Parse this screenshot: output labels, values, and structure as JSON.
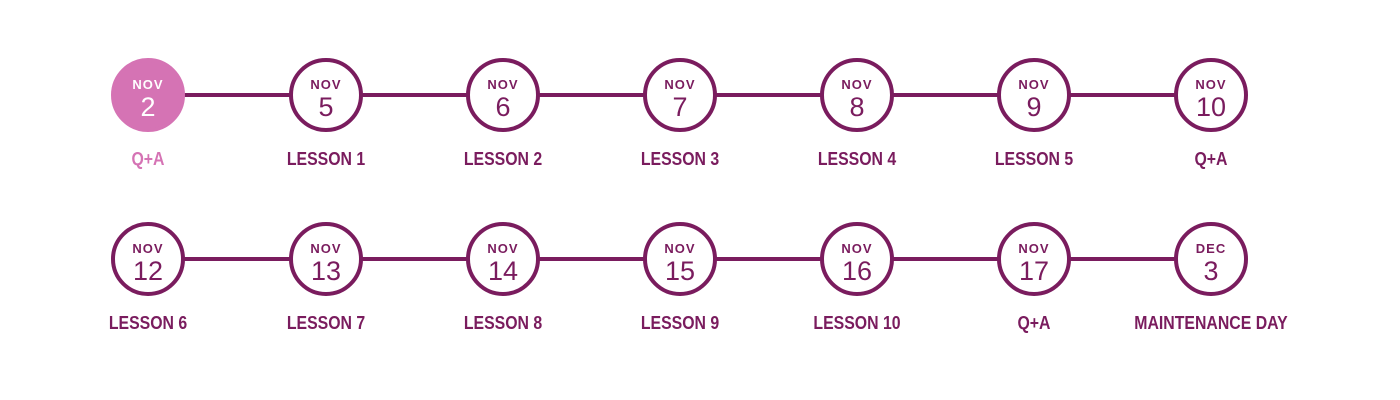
{
  "colors": {
    "primary": "#7a1c5e",
    "active": "#d573b4",
    "background": "#ffffff"
  },
  "rows": [
    {
      "events": [
        {
          "month": "NOV",
          "day": "2",
          "label": "Q+A",
          "active": true
        },
        {
          "month": "NOV",
          "day": "5",
          "label": "LESSON 1",
          "active": false
        },
        {
          "month": "NOV",
          "day": "6",
          "label": "LESSON 2",
          "active": false
        },
        {
          "month": "NOV",
          "day": "7",
          "label": "LESSON 3",
          "active": false
        },
        {
          "month": "NOV",
          "day": "8",
          "label": "LESSON 4",
          "active": false
        },
        {
          "month": "NOV",
          "day": "9",
          "label": "LESSON 5",
          "active": false
        },
        {
          "month": "NOV",
          "day": "10",
          "label": "Q+A",
          "active": false
        }
      ]
    },
    {
      "events": [
        {
          "month": "NOV",
          "day": "12",
          "label": "LESSON 6",
          "active": false
        },
        {
          "month": "NOV",
          "day": "13",
          "label": "LESSON 7",
          "active": false
        },
        {
          "month": "NOV",
          "day": "14",
          "label": "LESSON 8",
          "active": false
        },
        {
          "month": "NOV",
          "day": "15",
          "label": "LESSON 9",
          "active": false
        },
        {
          "month": "NOV",
          "day": "16",
          "label": "LESSON 10",
          "active": false
        },
        {
          "month": "NOV",
          "day": "17",
          "label": "Q+A",
          "active": false
        },
        {
          "month": "DEC",
          "day": "3",
          "label": "MAINTENANCE DAY",
          "active": false
        }
      ]
    }
  ]
}
